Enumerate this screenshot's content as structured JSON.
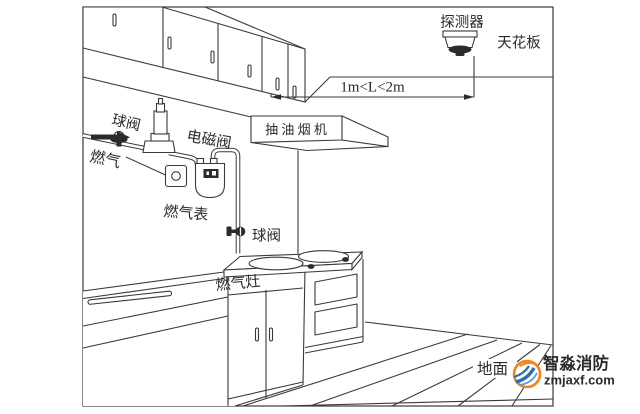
{
  "diagram": {
    "labels": {
      "detector": "探测器",
      "ceiling": "天花板",
      "dimension": "1m<L<2m",
      "range_hood": "抽 油 烟 机",
      "ball_valve_upper": "球阀",
      "solenoid_valve": "电磁阀",
      "gas_flow": "燃气",
      "gas_meter": "燃气表",
      "ball_valve_lower": "球阀",
      "gas_stove": "燃气灶",
      "ground": "地面"
    },
    "line_color": "#3a3a3a",
    "text_color": "#2b2b2b"
  },
  "watermark": {
    "brand": "智淼消防",
    "domain": "zmjaxf.com",
    "brand_color": "#e4472e",
    "domain_color": "#c1272d",
    "logo_orange": "#f08519",
    "logo_blue": "#2e6db4"
  }
}
